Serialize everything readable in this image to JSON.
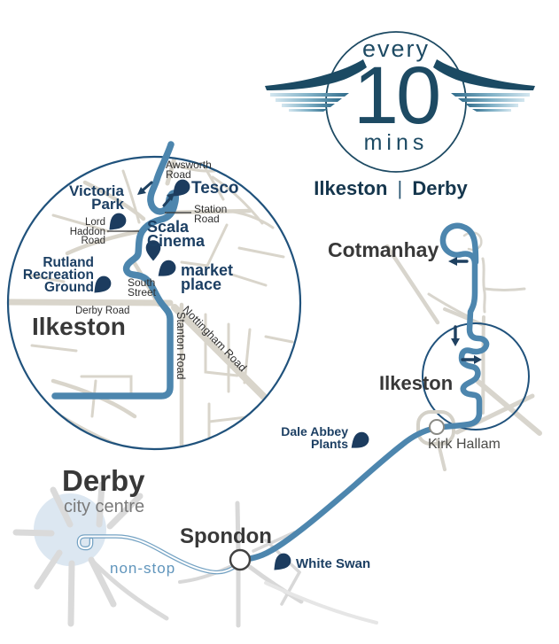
{
  "logo": {
    "line1": "every",
    "line2": "10",
    "line3": "mins",
    "route": {
      "from": "Ilkeston",
      "separator": "|",
      "to": "Derby"
    }
  },
  "inset_map": {
    "town": "Ilkeston",
    "stops": [
      {
        "label": "Victoria Park"
      },
      {
        "label": "Tesco"
      },
      {
        "label": "Scala Cinema"
      },
      {
        "label": "Rutland Recreation Ground"
      },
      {
        "label": "market place"
      }
    ],
    "roads": [
      {
        "label": "Awsworth Road"
      },
      {
        "label": "Station Road"
      },
      {
        "label": "Lord Haddon Road"
      },
      {
        "label": "South Street"
      },
      {
        "label": "Derby Road"
      },
      {
        "label": "Stanton Road"
      },
      {
        "label": "Nottingham Road"
      }
    ]
  },
  "main_map": {
    "towns": {
      "cotmanhay": "Cotmanhay",
      "ilkeston": "Ilkeston",
      "spondon": "Spondon",
      "derby": "Derby"
    },
    "derby_subtitle": "city centre",
    "places": {
      "kirk_hallam": "Kirk Hallam",
      "dale_abbey_plants": "Dale Abbey Plants",
      "white_swan": "White Swan"
    },
    "non_stop_label": "non-stop"
  },
  "icons": {
    "stop_marker": "teardrop-pin",
    "direction_arrow": "navy-arrow",
    "wings": "speed-wings"
  },
  "colors": {
    "route_blue": "#4d86ae",
    "nonstop_outline_blue": "#74a2c3",
    "navy": "#1c3c5f",
    "logo_navy": "#1d4a63",
    "circle_outline": "#20527c",
    "road_beige": "#d9d5cb",
    "road_gray": "#dadada",
    "town_black": "#383838",
    "derby_area_fill": "#dce7f1",
    "nonstop_text_blue": "#6095bc"
  }
}
